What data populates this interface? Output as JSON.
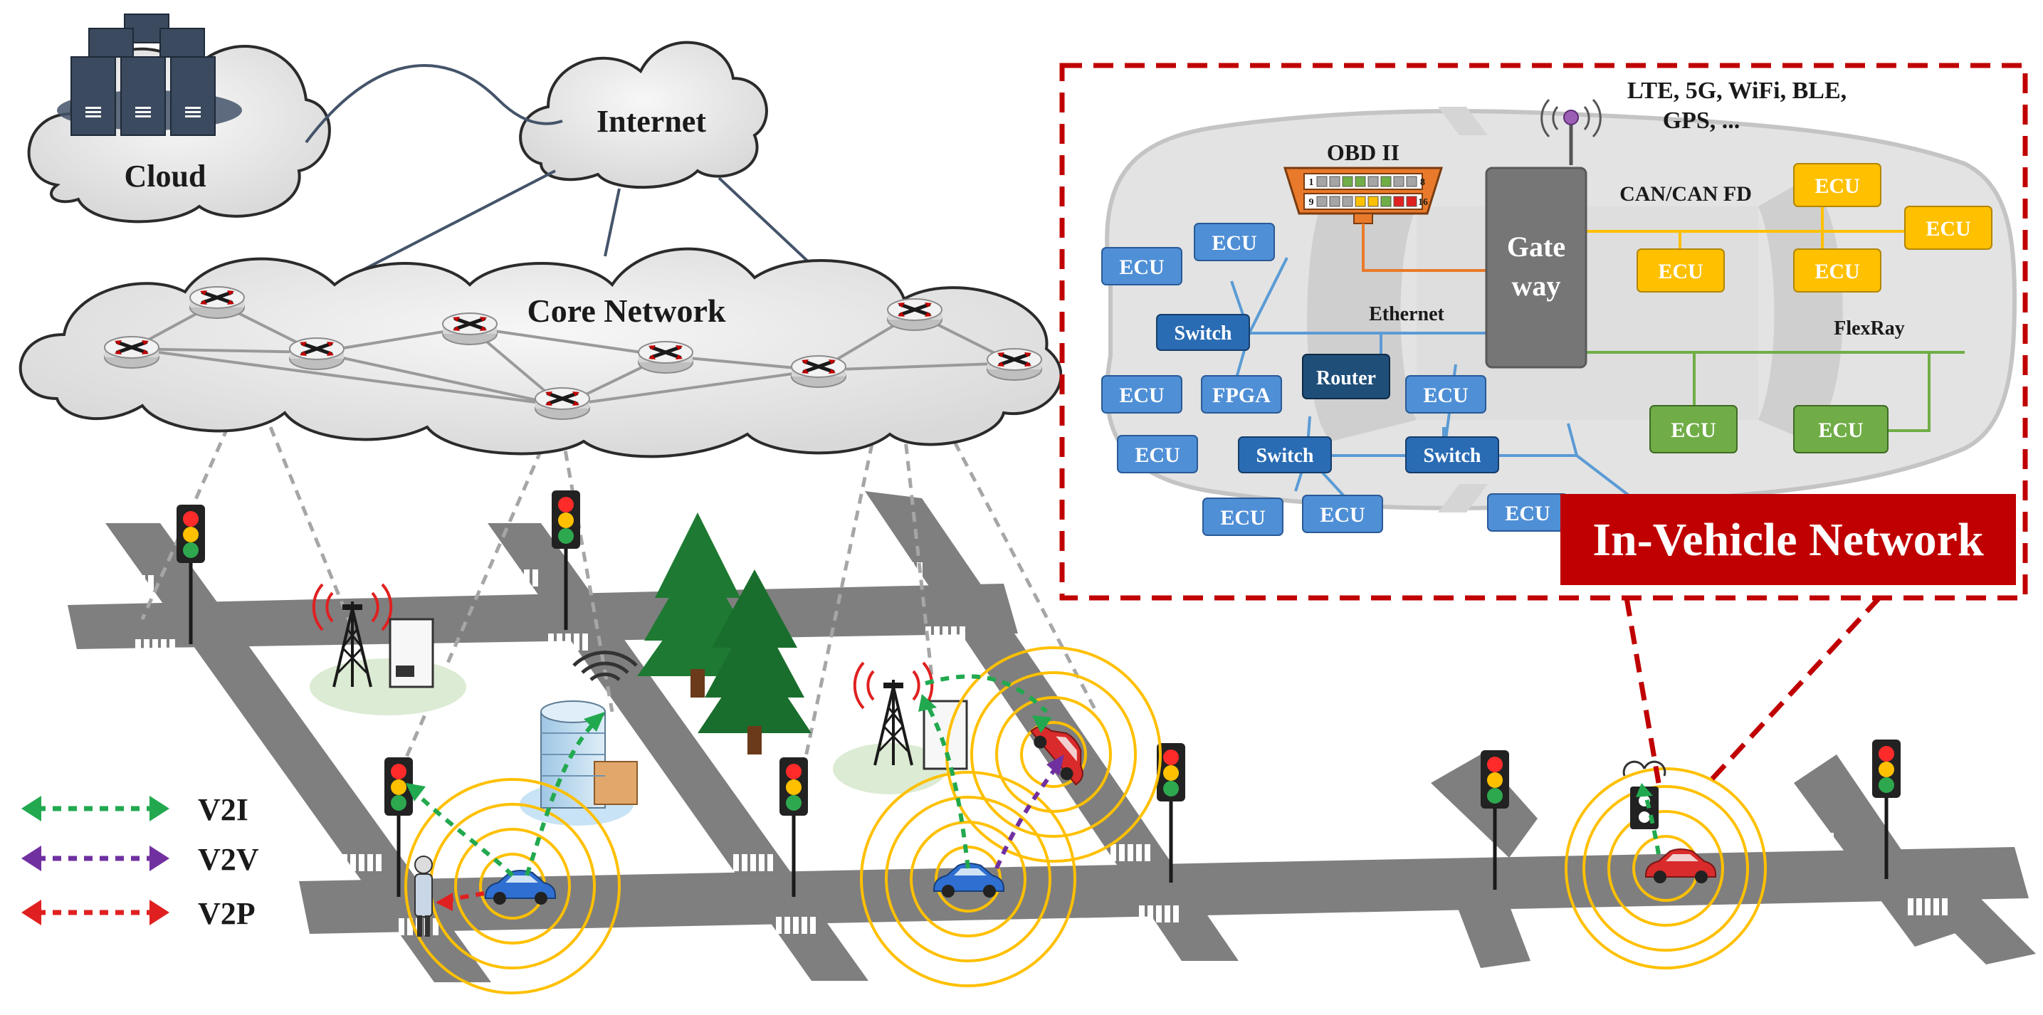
{
  "top": {
    "cloud_label": "Cloud",
    "internet_label": "Internet",
    "core_label": "Core Network"
  },
  "ivn": {
    "wireless_line1": "LTE, 5G, WiFi, BLE,",
    "wireless_line2": "GPS, ...",
    "obd_label": "OBD II",
    "obd_pin_first": "1",
    "obd_pin_last": "8",
    "obd_pin_9": "9",
    "obd_pin_16": "16",
    "can_label": "CAN/CAN FD",
    "gateway_line1": "Gate",
    "gateway_line2": "way",
    "ethernet_label": "Ethernet",
    "flexray_label": "FlexRay",
    "router_label": "Router",
    "fpga_label": "FPGA",
    "switch_label": "Switch",
    "ecu_label": "ECU",
    "title": "In-Vehicle Network"
  },
  "legend": {
    "items": [
      {
        "label": "V2I",
        "color": "#22a94f"
      },
      {
        "label": "V2V",
        "color": "#7030a0"
      },
      {
        "label": "V2P",
        "color": "#e02020"
      }
    ]
  },
  "colors": {
    "accent_red": "#c00000",
    "ecu_blue": "#4f8fd6",
    "switch_dark": "#2a6cb4",
    "router_navy": "#1f4e79",
    "ecu_yellow": "#ffc000",
    "ecu_green": "#70ad47",
    "gateway_gray": "#767676",
    "ethernet_line": "#5b9bd5",
    "can_line": "#ffc000",
    "flexray_line": "#70ad47",
    "obd_orange": "#e97a2b"
  }
}
